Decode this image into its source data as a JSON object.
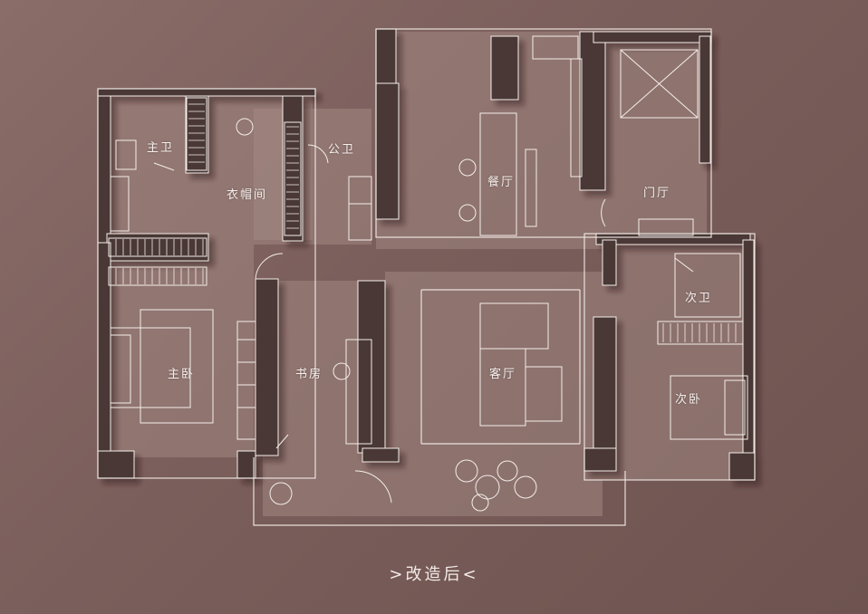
{
  "caption": ">改造后<",
  "rooms": {
    "master_bath": "主卫",
    "walk_in_closet": "衣帽间",
    "public_bath": "公卫",
    "dining": "餐厅",
    "entry": "门厅",
    "second_bath": "次卫",
    "master_bedroom": "主卧",
    "study": "书房",
    "living": "客厅",
    "second_bedroom": "次卧"
  },
  "colors": {
    "wall": "#4a3836",
    "line": "#f5eeea",
    "floor": "#9a807c"
  }
}
